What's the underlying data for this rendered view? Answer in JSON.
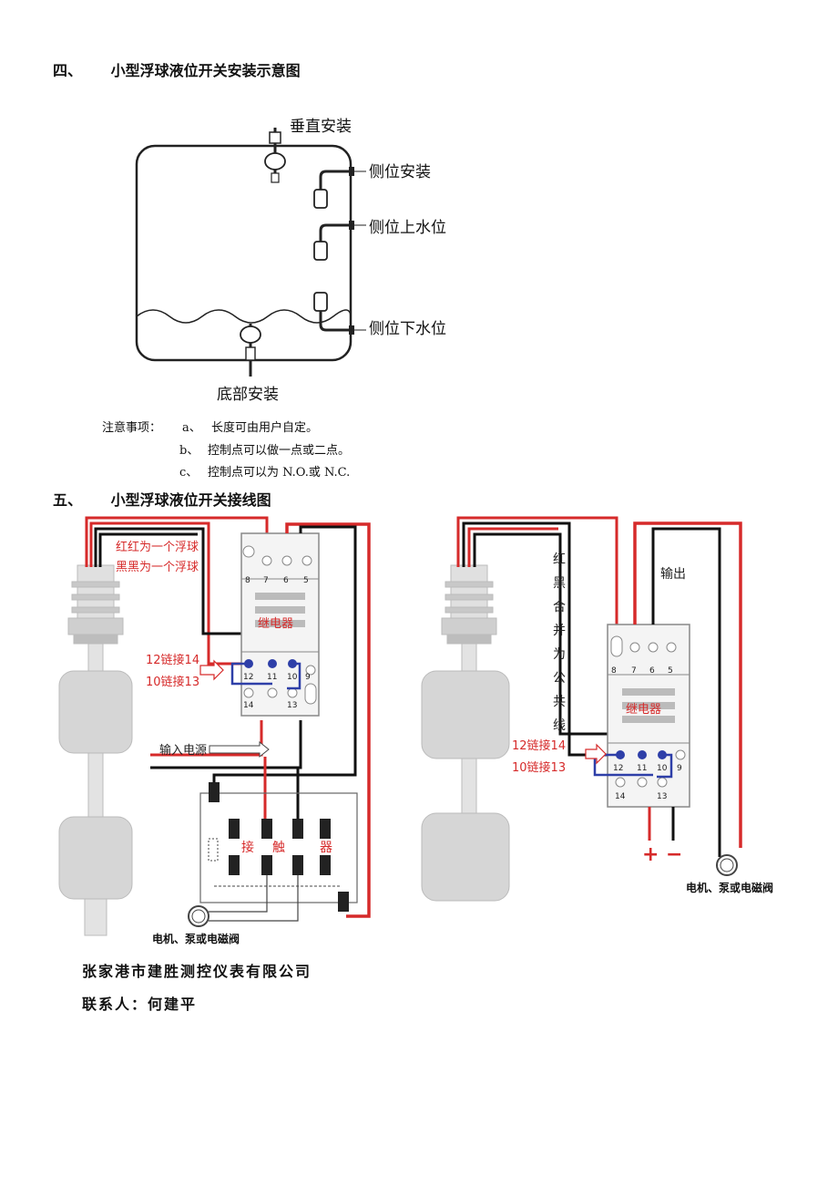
{
  "section4": {
    "number": "四、",
    "title": "小型浮球液位开关安装示意图"
  },
  "install_diagram": {
    "vertical": "垂直安装",
    "side": "侧位安装",
    "side_upper": "侧位上水位",
    "side_lower": "侧位下水位",
    "bottom": "底部安装"
  },
  "notes": {
    "label": "注意事项：",
    "items": [
      {
        "marker": "a、",
        "text": "长度可由用户自定。"
      },
      {
        "marker": "b、",
        "text": "控制点可以做一点或二点。"
      },
      {
        "marker": "c、",
        "text": "控制点可以为 N.O.或 N.C."
      }
    ]
  },
  "section5": {
    "number": "五、",
    "title": "小型浮球液位开关接线图"
  },
  "wiring_left": {
    "red_label": "红红为一个浮球",
    "black_label": "黑黑为一个浮球",
    "relay": "继电器",
    "link1": "12链接14",
    "link2": "10链接13",
    "power": "输入电源",
    "contactor_chars": [
      "接",
      "触",
      "器"
    ],
    "load": "电机、泵或电磁阀",
    "top_terminals": [
      "8",
      "7",
      "6",
      "5"
    ],
    "bottom_terminals_top": [
      "12",
      "11",
      "10",
      "9"
    ],
    "bottom_terminals_low": [
      "14",
      "13"
    ]
  },
  "wiring_right": {
    "common_label_chars": [
      "红",
      "黑",
      "合",
      "并",
      "为",
      "公",
      "共",
      "线"
    ],
    "output": "输出",
    "relay": "继电器",
    "link1": "12链接14",
    "link2": "10链接13",
    "plus": "+",
    "minus": "−",
    "load": "电机、泵或电磁阀",
    "top_terminals": [
      "8",
      "7",
      "6",
      "5"
    ],
    "bottom_terminals_top": [
      "12",
      "11",
      "10",
      "9"
    ],
    "bottom_terminals_low": [
      "14",
      "13"
    ]
  },
  "company": {
    "name": "张家港市建胜测控仪表有限公司",
    "contact": "联系人：何建平"
  }
}
